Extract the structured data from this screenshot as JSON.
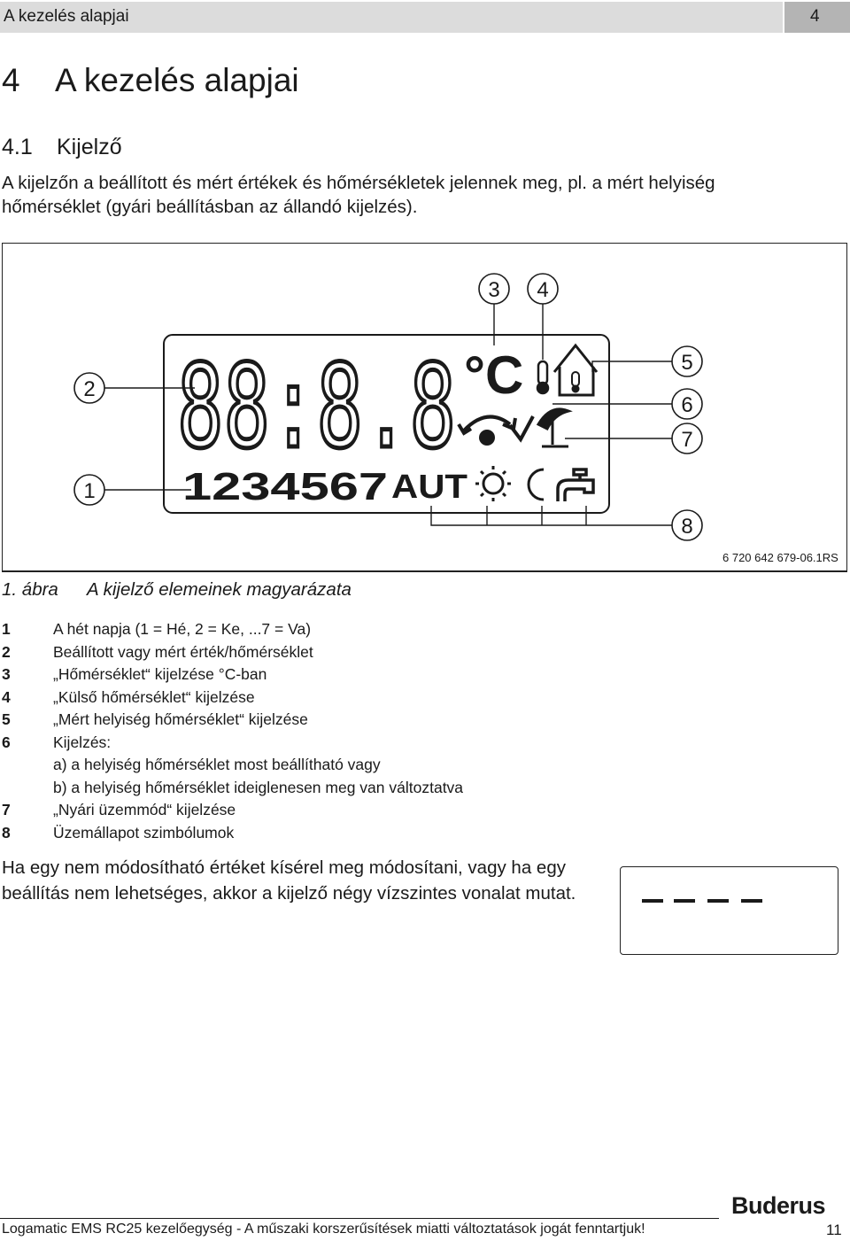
{
  "header": {
    "title": "A kezelés alapjai",
    "chapter_num": "4"
  },
  "heading1": {
    "num": "4",
    "text": "A kezelés alapjai"
  },
  "heading2": {
    "num": "4.1",
    "text": "Kijelző"
  },
  "intro": "A kijelzőn a beállított és mért értékek és hőmérsékletek jelennek meg, pl. a mért helyiség hőmérséklet (gyári beállításban az állandó kijelzés).",
  "figure": {
    "callouts": [
      "1",
      "2",
      "3",
      "4",
      "5",
      "6",
      "7",
      "8"
    ],
    "lcd": {
      "digits": "88:8.8",
      "unit": "°C",
      "days": "1234567",
      "auto": "AUT"
    },
    "code": "6 720 642 679-06.1RS",
    "caption_num": "1. ábra",
    "caption_text": "A kijelző elemeinek magyarázata"
  },
  "legend": [
    {
      "num": "1",
      "text": "A hét napja (1 = Hé, 2 = Ke, ...7 = Va)"
    },
    {
      "num": "2",
      "text": "Beállított vagy mért érték/hőmérséklet"
    },
    {
      "num": "3",
      "text": "„Hőmérséklet“ kijelzése °C-ban"
    },
    {
      "num": "4",
      "text": "„Külső hőmérséklet“ kijelzése"
    },
    {
      "num": "5",
      "text": "„Mért helyiség hőmérséklet“ kijelzése"
    },
    {
      "num": "6",
      "text": "Kijelzés:",
      "sub": [
        "a) a helyiség hőmérséklet most beállítható vagy",
        "b) a helyiség hőmérséklet ideiglenesen meg van változtatva"
      ]
    },
    {
      "num": "7",
      "text": "„Nyári üzemmód“ kijelzése"
    },
    {
      "num": "8",
      "text": "Üzemállapot szimbólumok"
    }
  ],
  "note": "Ha egy nem módosítható értéket kísérel meg módosítani, vagy ha egy beállítás nem lehetséges, akkor a kijelző négy vízszintes vonalat mutat.",
  "footer": {
    "text": "Logamatic EMS RC25 kezelőegység - A műszaki korszerűsítések miatti változtatások jogát fenntartjuk!",
    "page": "11",
    "brand": "Buderus"
  }
}
